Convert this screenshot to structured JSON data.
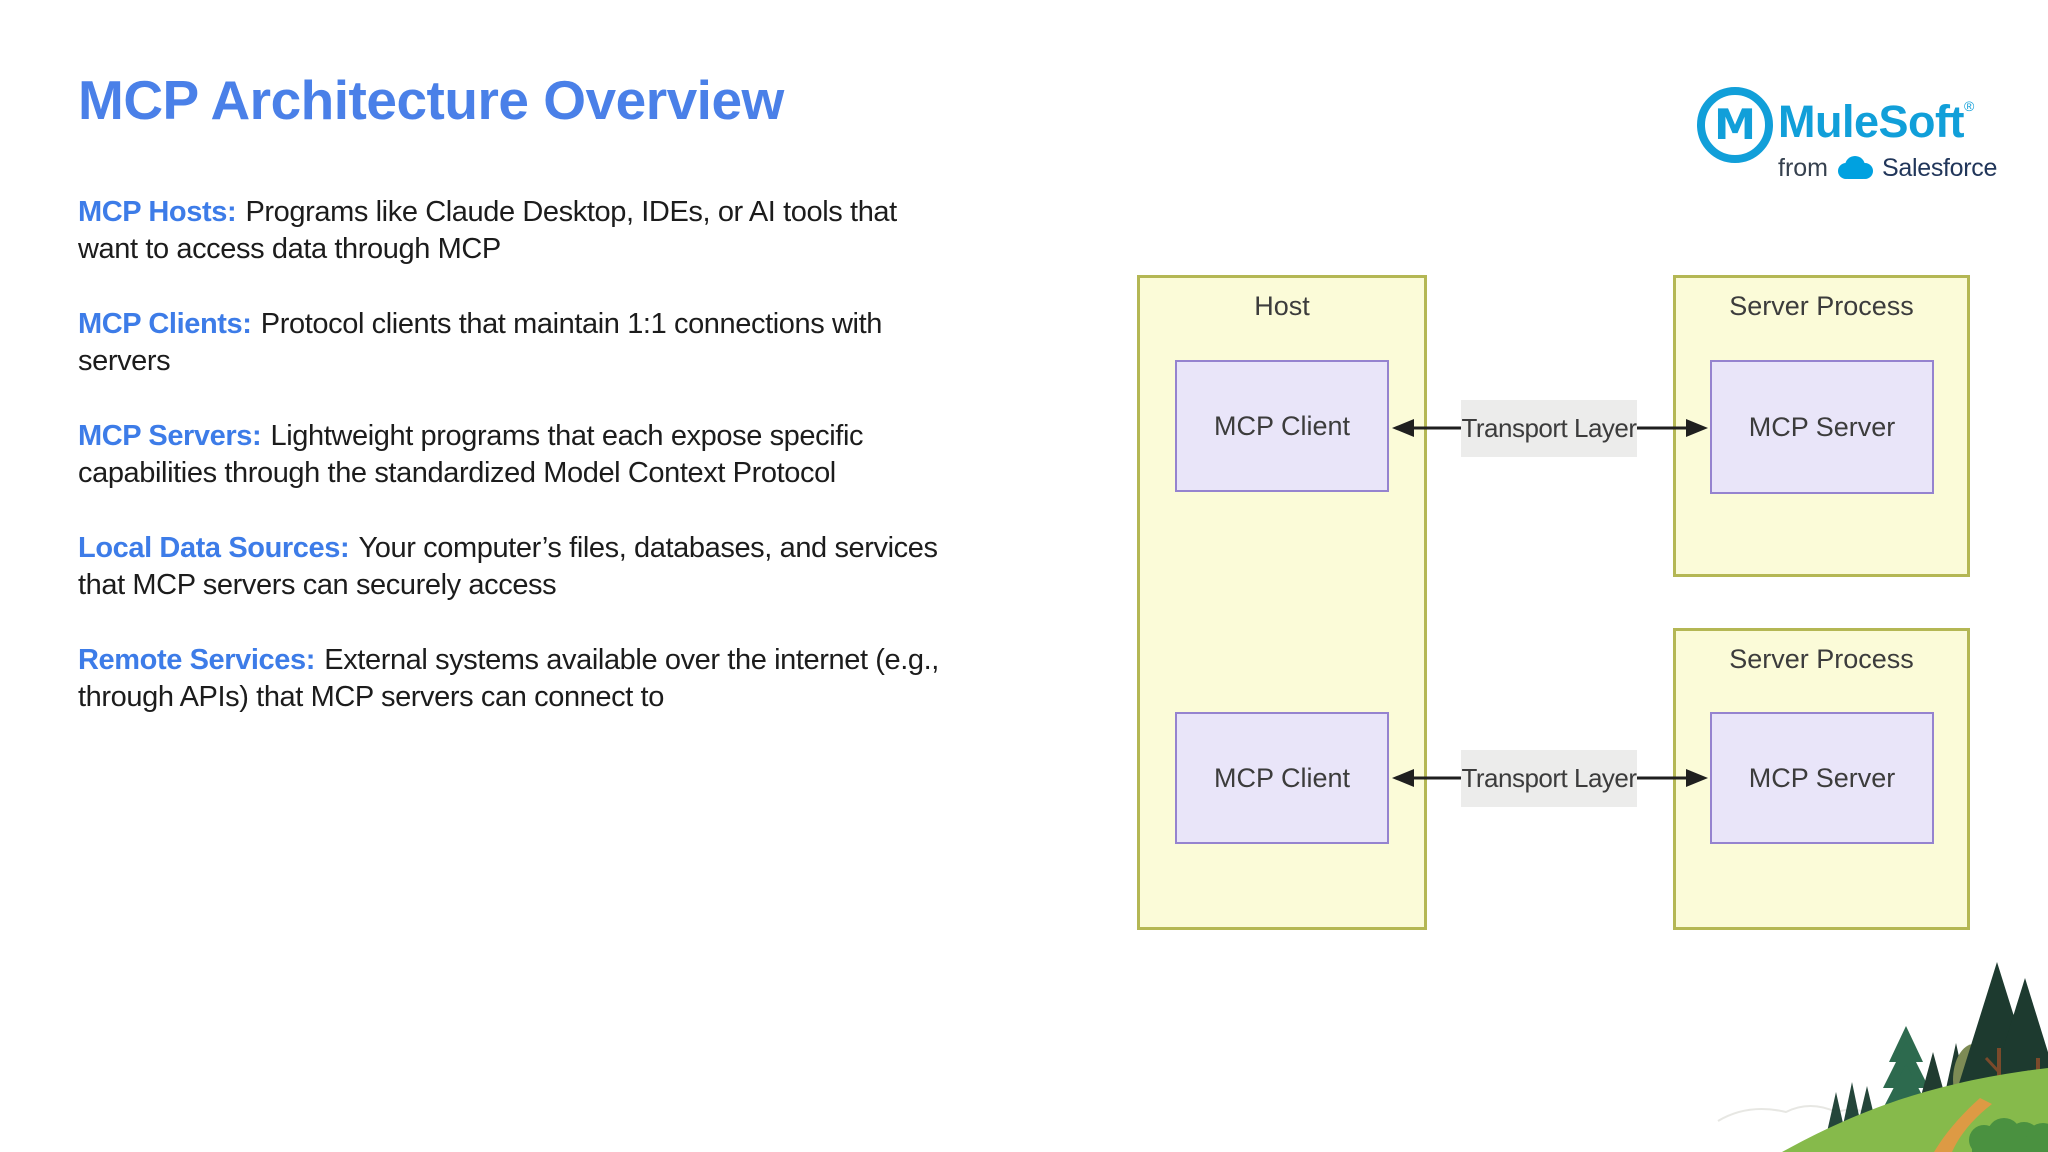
{
  "title": "MCP Architecture Overview",
  "logo": {
    "monogram": "M",
    "brand": "MuleSoft",
    "registered": "®",
    "tagline_prefix": "from",
    "tagline_brand": "Salesforce",
    "mule_blue": "#119fd9",
    "salesforce_cloud_blue": "#00a1e0",
    "salesforce_navy": "#21365a"
  },
  "accent_blue": "#4a80e8",
  "terms": [
    {
      "term": "MCP Hosts:",
      "description": "Programs like Claude Desktop, IDEs, or AI tools that want to access data through MCP"
    },
    {
      "term": "MCP Clients:",
      "description": "Protocol clients that maintain 1:1 connections with servers"
    },
    {
      "term": "MCP Servers:",
      "description": "Lightweight programs that each expose specific capabilities through the standardized Model Context Protocol"
    },
    {
      "term": "Local Data Sources:",
      "description": "Your computer’s files, databases, and services that MCP servers can securely access"
    },
    {
      "term": "Remote Services:",
      "description": "External systems available over the internet (e.g., through APIs) that MCP servers can connect to"
    }
  ],
  "diagram": {
    "host": {
      "label": "Host",
      "clients": [
        "MCP Client",
        "MCP Client"
      ]
    },
    "server_processes": [
      {
        "label": "Server Process",
        "server": "MCP Server"
      },
      {
        "label": "Server Process",
        "server": "MCP Server"
      }
    ],
    "transport": [
      "Transport Layer",
      "Transport Layer"
    ],
    "colors": {
      "container_fill": "#fbfbd8",
      "container_border": "#b4b754",
      "node_fill": "#e9e5f9",
      "node_border": "#9583cf",
      "transport_bg": "#ececeb",
      "arrow": "#1f1f1f"
    }
  }
}
